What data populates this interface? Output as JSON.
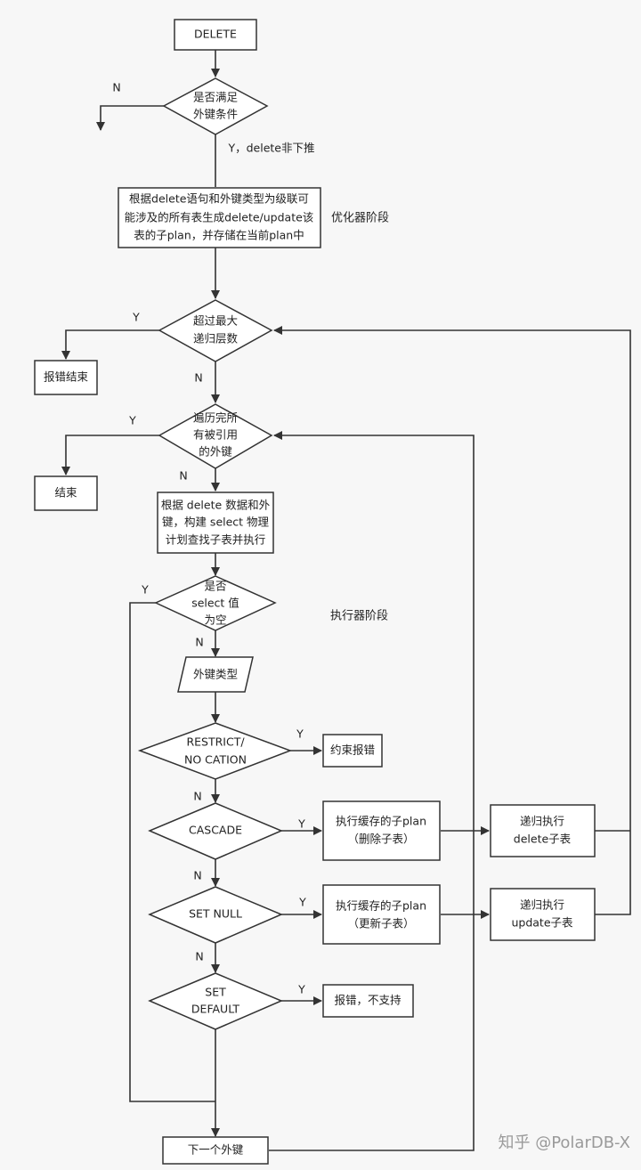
{
  "diagram": {
    "nodes": {
      "delete": "DELETE",
      "fk_condition": [
        "是否满足",
        "外键条件"
      ],
      "gen_plan": [
        "根据delete语句和外键类型为级联可",
        "能涉及的所有表生成delete/update该",
        "表的子plan，并存储在当前plan中"
      ],
      "max_depth": [
        "超过最大",
        "递归层数"
      ],
      "error_end": "报错结束",
      "all_fks_done": [
        "遍历完所",
        "有被引用",
        "的外键"
      ],
      "end": "结束",
      "build_select": [
        "根据 delete 数据和外",
        "键，构建 select 物理",
        "计划查找子表并执行"
      ],
      "select_empty": [
        "是否",
        "select 值",
        "为空"
      ],
      "fk_type": "外键类型",
      "restrict": [
        "RESTRICT/",
        "NO CATION"
      ],
      "constraint_error": "约束报错",
      "cascade": "CASCADE",
      "exec_plan_delete": [
        "执行缓存的子plan",
        "（删除子表）"
      ],
      "recursive_delete": [
        "递归执行",
        "delete子表"
      ],
      "set_null": "SET NULL",
      "exec_plan_update": [
        "执行缓存的子plan",
        "（更新子表）"
      ],
      "recursive_update": [
        "递归执行",
        "update子表"
      ],
      "set_default": [
        "SET",
        "DEFAULT"
      ],
      "unsupported_error": "报错，不支持",
      "next_fk": "下一个外键"
    },
    "edge_labels": {
      "fk_condition_no": "N",
      "fk_condition_yes": "Y，delete非下推",
      "max_depth_yes": "Y",
      "max_depth_no": "N",
      "all_fks_yes": "Y",
      "all_fks_no": "N",
      "select_empty_yes": "Y",
      "select_empty_no": "N",
      "restrict_yes": "Y",
      "restrict_no": "N",
      "cascade_yes": "Y",
      "cascade_no": "N",
      "set_null_yes": "Y",
      "set_null_no": "N",
      "set_default_yes": "Y"
    },
    "stages": {
      "optimizer": "优化器阶段",
      "executor": "执行器阶段"
    },
    "watermark": "知乎 @PolarDB-X"
  }
}
